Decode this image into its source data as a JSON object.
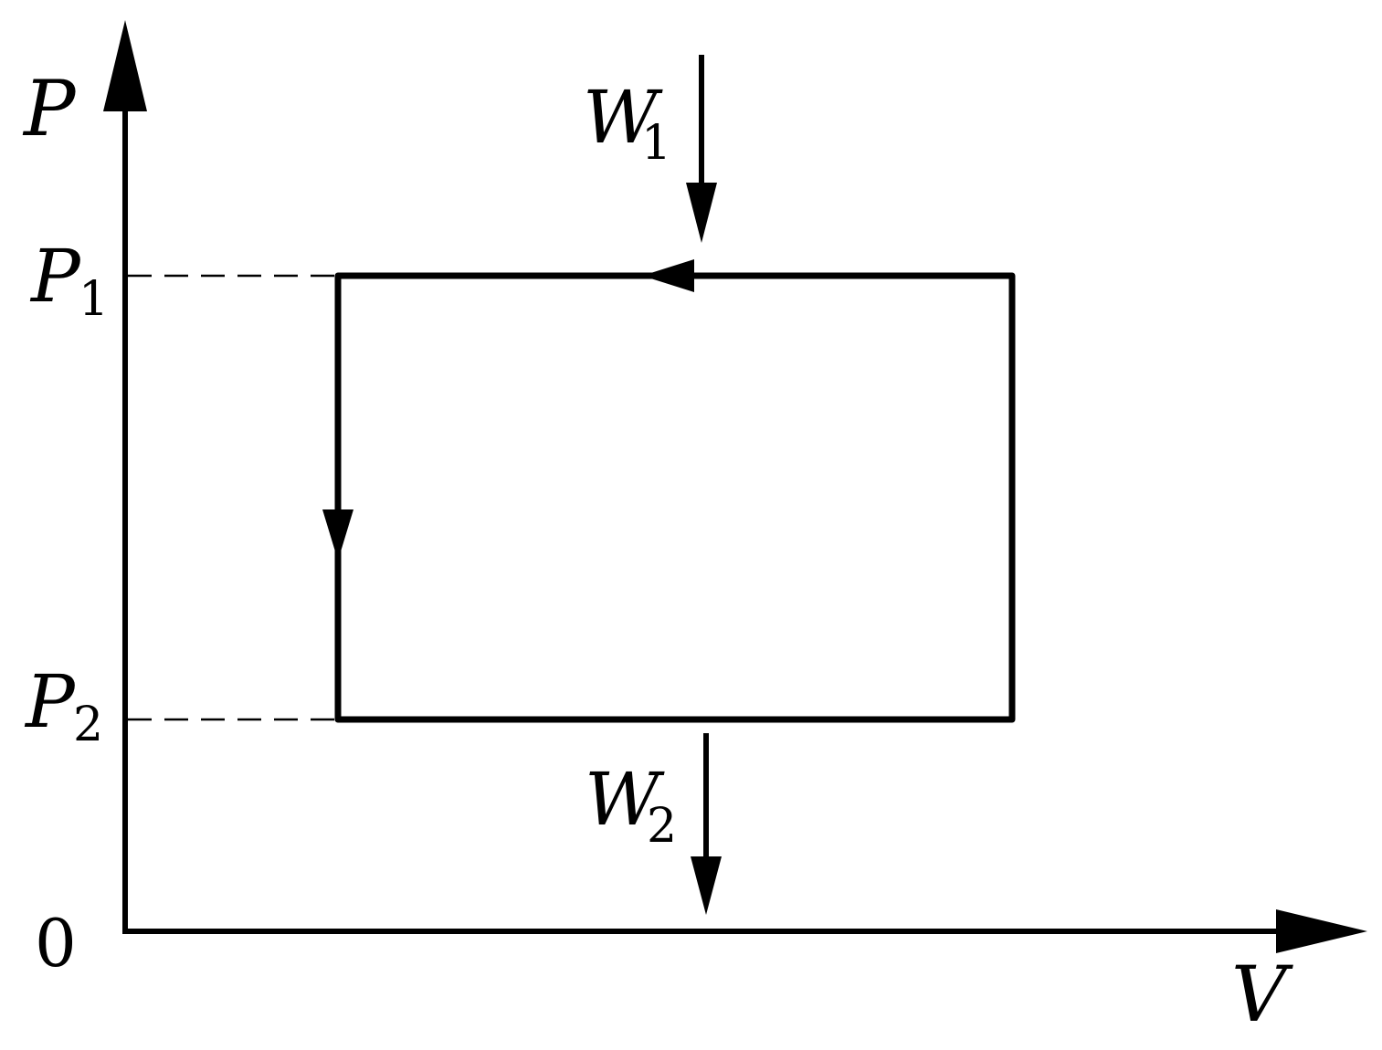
{
  "axes": {
    "y_label": "P",
    "x_label": "V",
    "origin_label": "0"
  },
  "levels": {
    "p1_main": "P",
    "p1_sub": "1",
    "p2_main": "P",
    "p2_sub": "2"
  },
  "work": {
    "w1_main": "W",
    "w1_sub": "1",
    "w2_main": "W",
    "w2_sub": "2"
  },
  "colors": {
    "ink": "#000000",
    "background": "#ffffff"
  }
}
